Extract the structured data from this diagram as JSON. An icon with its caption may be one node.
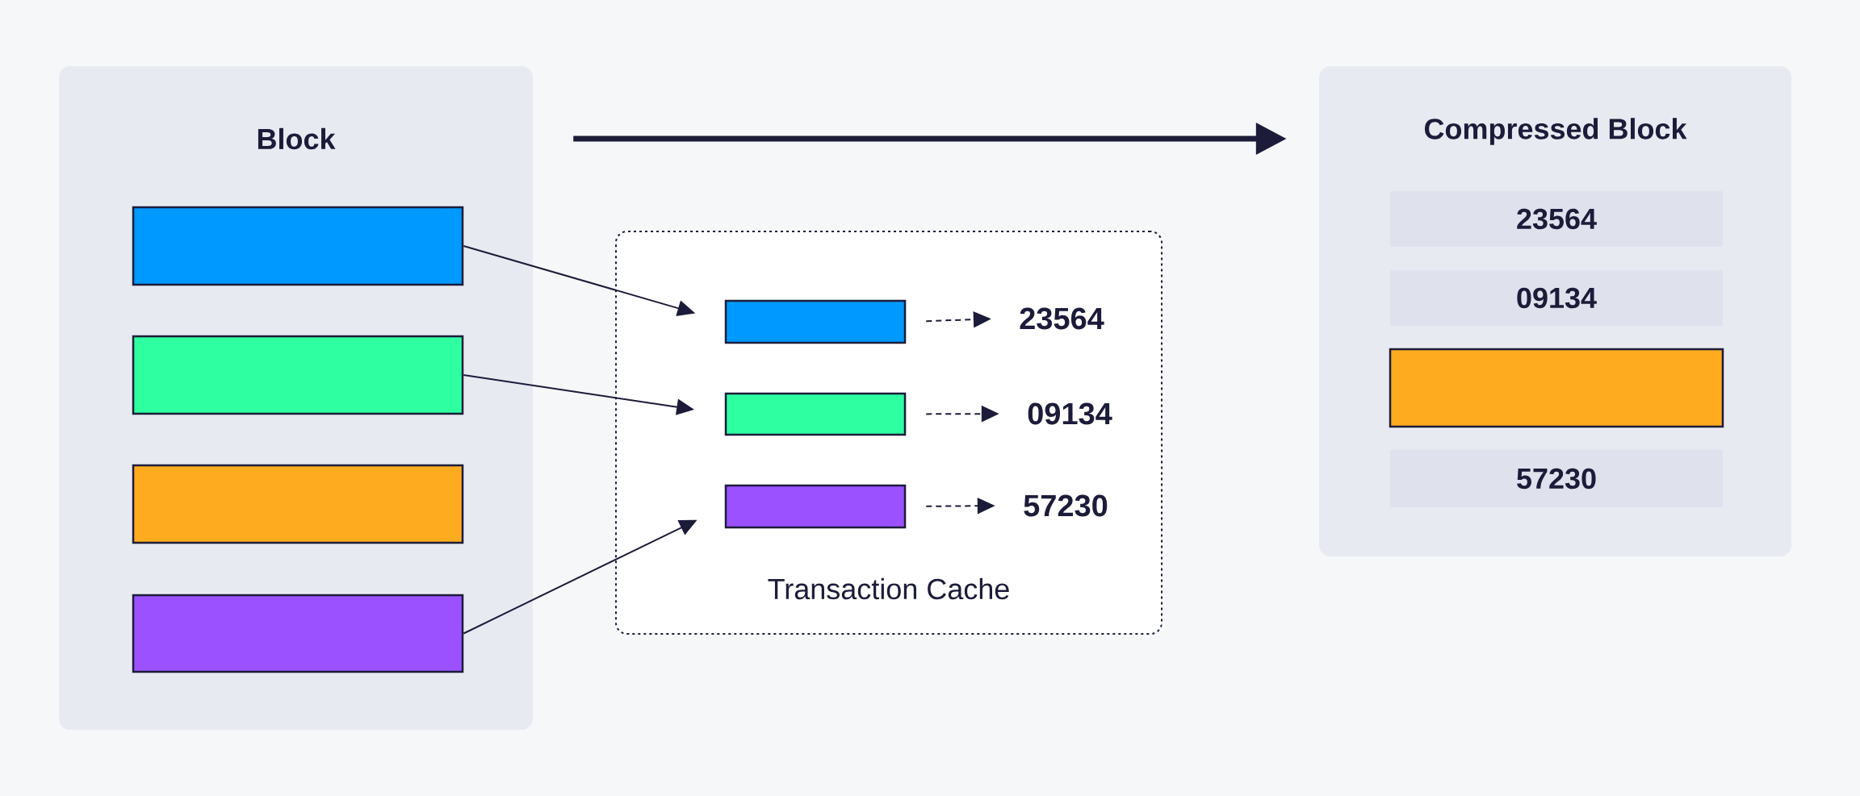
{
  "diagram": {
    "nodes": [
      {
        "text": [
          "Block"
        ]
      },
      {
        "text": [],
        "shape": "bar",
        "in": 0
      },
      {
        "text": [],
        "shape": "bar",
        "in": 0
      },
      {
        "text": [],
        "shape": "bar",
        "in": 0
      },
      {
        "text": [],
        "shape": "bar",
        "in": 0
      },
      {
        "text": [
          "Transaction Cache"
        ]
      },
      {
        "text": [],
        "shape": "bar",
        "in": 5
      },
      {
        "text": [],
        "shape": "bar",
        "in": 5
      },
      {
        "text": [],
        "shape": "bar",
        "in": 5
      },
      {
        "text": [
          "23564"
        ],
        "in": 5
      },
      {
        "text": [
          "09134"
        ],
        "in": 5
      },
      {
        "text": [
          "57230"
        ],
        "in": 5
      },
      {
        "text": [
          "Compressed Block"
        ]
      },
      {
        "text": [
          "23564"
        ],
        "in": 12
      },
      {
        "text": [
          "09134"
        ],
        "in": 12
      },
      {
        "text": [],
        "shape": "bar",
        "in": 12
      },
      {
        "text": [
          "57230"
        ],
        "in": 12
      }
    ],
    "edges": [
      {
        "from": 0,
        "to": 12,
        "arrow": "to",
        "style": "thick"
      },
      {
        "from": 1,
        "to": 6,
        "arrow": "to"
      },
      {
        "from": 2,
        "to": 7,
        "arrow": "to"
      },
      {
        "from": 4,
        "to": 8,
        "arrow": "to"
      },
      {
        "from": 6,
        "to": 9,
        "arrow": "to",
        "style": "dashed"
      },
      {
        "from": 7,
        "to": 10,
        "arrow": "to",
        "style": "dashed"
      },
      {
        "from": 8,
        "to": 11,
        "arrow": "to",
        "style": "dashed"
      }
    ]
  }
}
